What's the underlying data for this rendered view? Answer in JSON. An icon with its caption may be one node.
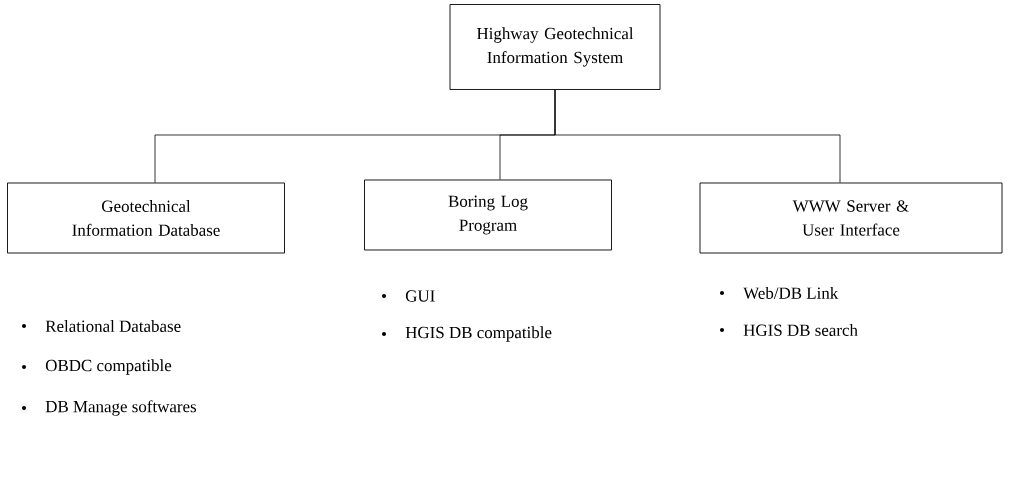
{
  "diagram": {
    "nodes": [
      {
        "text": [
          "Highway Geotechnical Information System"
        ]
      },
      {
        "text": [
          "Geotechnical Information Database"
        ],
        "beside": [
          "Relational Database",
          "OBDC compatible",
          "DB Manage softwares"
        ]
      },
      {
        "text": [
          "Boring Log Program"
        ],
        "beside": [
          "GUI",
          "HGIS DB compatible"
        ]
      },
      {
        "text": [
          "WWW Server & User Interface"
        ],
        "beside": [
          "Web/DB Link",
          "HGIS DB search"
        ]
      }
    ],
    "edges": [
      {
        "from": 0,
        "to": 1,
        "arrow": "none"
      },
      {
        "from": 0,
        "to": 2,
        "arrow": "none"
      },
      {
        "from": 0,
        "to": 3,
        "arrow": "none"
      }
    ]
  }
}
